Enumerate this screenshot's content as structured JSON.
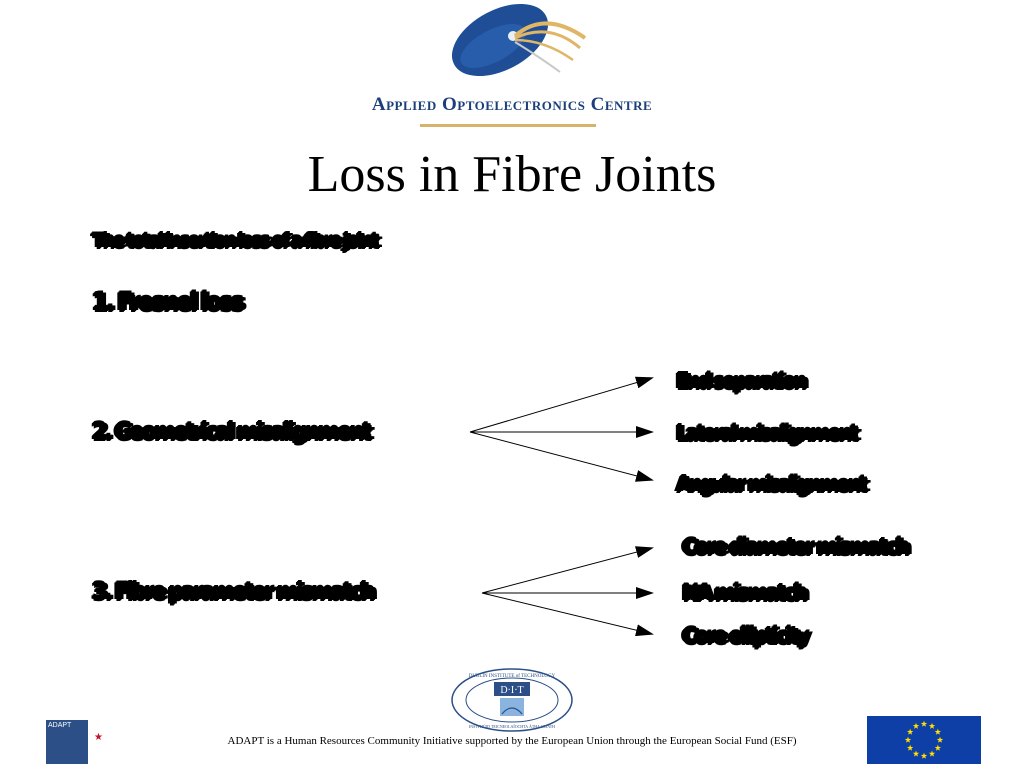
{
  "header": {
    "org_name": "Applied Optoelectronics Centre",
    "brand_blue": "#1c3f7a",
    "accent_gold": "#d7b26b"
  },
  "slide": {
    "title": "Loss in Fibre Joints"
  },
  "body": {
    "line1": "The total insertion loss of a fibre joint",
    "line2": "1. Fresnel loss",
    "line3": "2. Geometrical misalignment",
    "line4": "3. Fibre parameter mismatch",
    "branches_a": [
      "End separation",
      "Lateral misalignment",
      "Angular misalignment"
    ],
    "branches_b": [
      "Core diameter mismatch",
      "NA mismatch",
      "Core ellipticity"
    ]
  },
  "footer": {
    "adapt_label": "ADAPT",
    "text": "ADAPT is a Human Resources Community Initiative supported by the European Union through the European Social Fund (ESF)",
    "dit_abbr": "D·I·T",
    "dit_ring_top": "DUBLIN INSTITUTE of TECHNOLOGY",
    "dit_ring_bottom": "INSTITIÚID TEICNEOLAÍOCHTA ÁTHA CLIATH",
    "eu_blue": "#0d3fa6",
    "eu_gold": "#ffde00"
  }
}
